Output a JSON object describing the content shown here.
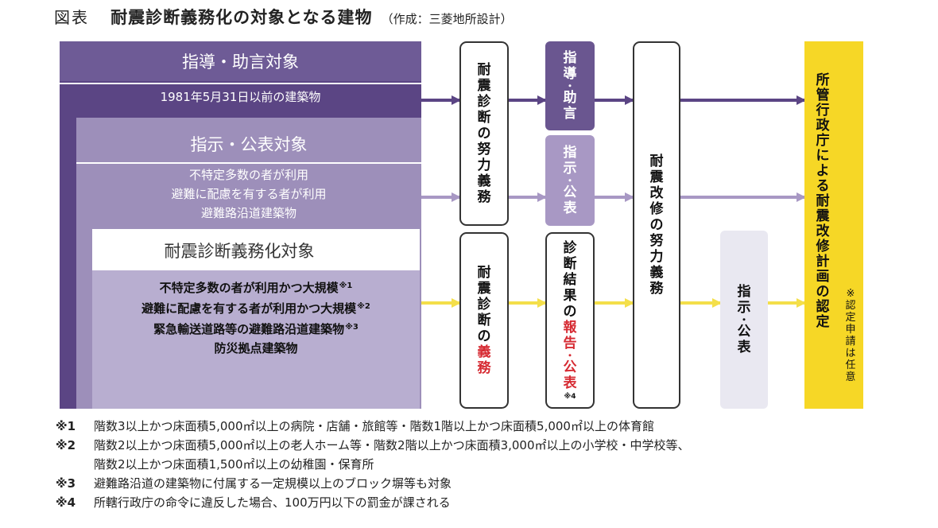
{
  "header": {
    "label": "図表",
    "title": "耐震診断義務化の対象となる建物",
    "credit": "（作成：三菱地所設計）"
  },
  "left": {
    "dark_title": "指導・助言対象",
    "dark_sub": "1981年5月31日以前の建築物",
    "mid_title": "指示・公表対象",
    "mid_lines": [
      "不特定多数の者が利用",
      "避難に配慮を有する者が利用",
      "避難路沿道建築物"
    ],
    "inner_title": "耐震診断義務化対象",
    "inner_lines": [
      {
        "text": "不特定多数の者が利用かつ大規模",
        "note": "※1"
      },
      {
        "text": "避難に配慮を有する者が利用かつ大規模",
        "note": "※2"
      },
      {
        "text": "緊急輸送道路等の避難路沿道建築物",
        "note": "※3"
      },
      {
        "text": "防災拠点建築物",
        "note": ""
      }
    ]
  },
  "boxes": {
    "effort_diag": [
      "耐",
      "震",
      "診",
      "断",
      "の",
      "努",
      "力",
      "義",
      "務"
    ],
    "guidance": [
      "指",
      "導",
      "・",
      "助",
      "言"
    ],
    "instruction": [
      "指",
      "示",
      "・",
      "公",
      "表"
    ],
    "oblig_diag_a": [
      "耐",
      "震",
      "診",
      "断",
      "の"
    ],
    "oblig_diag_b": [
      "義",
      "務"
    ],
    "report_a": [
      "診",
      "断",
      "結",
      "果",
      "の"
    ],
    "report_b": [
      "報",
      "告",
      "・",
      "公",
      "表"
    ],
    "report_note": "※4",
    "effort_retrofit": [
      "耐",
      "震",
      "改",
      "修",
      "の",
      "努",
      "力",
      "義",
      "務"
    ],
    "instruction2": [
      "指",
      "示",
      "・",
      "公",
      "表"
    ],
    "authority": [
      "所",
      "管",
      "行",
      "政",
      "庁",
      "に",
      "よ",
      "る",
      "耐",
      "震",
      "改",
      "修",
      "計",
      "画",
      "の",
      "認",
      "定"
    ],
    "authority_note": [
      "※",
      "認",
      "定",
      "申",
      "請",
      "は",
      "任",
      "意"
    ]
  },
  "footnotes": [
    {
      "mark": "※1",
      "lines": [
        "階数3以上かつ床面積5,000㎡以上の病院・店舗・旅館等・階数1階以上かつ床面積5,000㎡以上の体育館"
      ]
    },
    {
      "mark": "※2",
      "lines": [
        "階数2以上かつ床面積5,000㎡以上の老人ホーム等・階数2階以上かつ床面積3,000㎡以上の小学校・中学校等、",
        "階数2以上かつ床面積1,500㎡以上の幼稚園・保育所"
      ]
    },
    {
      "mark": "※3",
      "lines": [
        "避難路沿道の建築物に付属する一定規模以上のブロック塀等も対象"
      ]
    },
    {
      "mark": "※4",
      "lines": [
        "所轄行政庁の命令に違反した場合、100万円以下の罰金が課される"
      ]
    }
  ],
  "colors": {
    "dark_purple": "#5b4584",
    "mid_purple": "#9d8fba",
    "light_purple": "#b8aed0",
    "guidance_box": "#6a5690",
    "instruction_box": "#a898c4",
    "pale_box": "#e9e8f1",
    "yellow": "#f6d726",
    "arrow_yellow": "#f4df4a"
  }
}
